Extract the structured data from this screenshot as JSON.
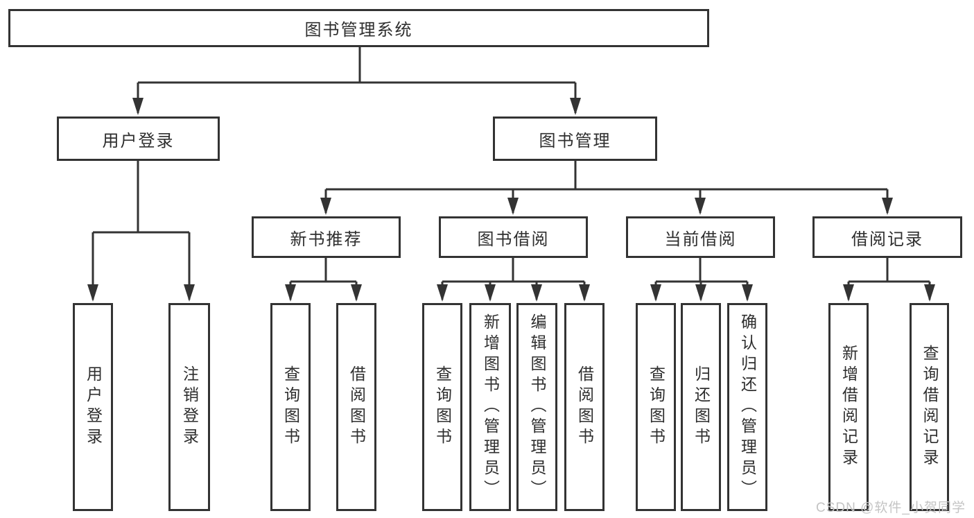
{
  "colors": {
    "line": "#333333",
    "box_border": "#333333",
    "box_fill": "#ffffff",
    "text": "#2e2e2e",
    "watermark": "#c4c4c4"
  },
  "tree": {
    "root": {
      "label": "图书管理系统",
      "children": [
        {
          "label": "用户登录",
          "children": [
            {
              "label": "用户登录"
            },
            {
              "label": "注销登录"
            }
          ]
        },
        {
          "label": "图书管理",
          "children": [
            {
              "label": "新书推荐",
              "children": [
                {
                  "label": "查询图书"
                },
                {
                  "label": "借阅图书"
                }
              ]
            },
            {
              "label": "图书借阅",
              "children": [
                {
                  "label": "查询图书"
                },
                {
                  "label": "新增图书（管理员）"
                },
                {
                  "label": "编辑图书（管理员）"
                },
                {
                  "label": "借阅图书"
                }
              ]
            },
            {
              "label": "当前借阅",
              "children": [
                {
                  "label": "查询图书"
                },
                {
                  "label": "归还图书"
                },
                {
                  "label": "确认归还（管理员）"
                }
              ]
            },
            {
              "label": "借阅记录",
              "children": [
                {
                  "label": "新增借阅记录"
                },
                {
                  "label": "查询借阅记录"
                }
              ]
            }
          ]
        }
      ]
    }
  },
  "watermark": {
    "text": "CSDN @软件_小贺同学"
  }
}
